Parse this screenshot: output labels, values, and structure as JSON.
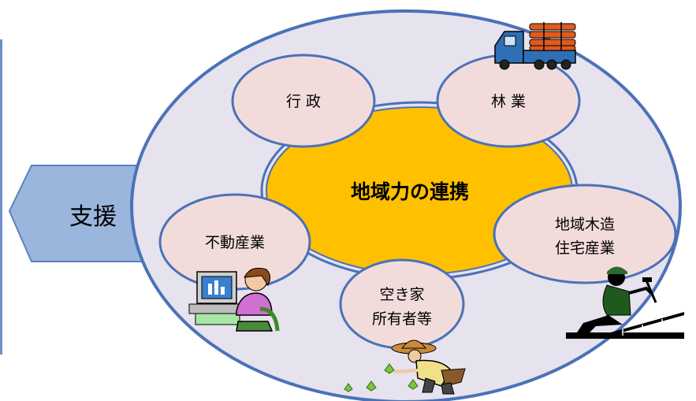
{
  "support_arrow": {
    "label": "支援"
  },
  "center": {
    "label": "地域力の連携"
  },
  "nodes": {
    "gyosei": {
      "label": "行 政"
    },
    "ringyo": {
      "label": "林 業"
    },
    "fudosan": {
      "label": "不動産業"
    },
    "mokuzo": {
      "line1": "地域木造",
      "line2": "住宅産業"
    },
    "akiya": {
      "line1": "空き家",
      "line2": "所有者等"
    }
  },
  "colors": {
    "outer_fill": "#e6e2ee",
    "outer_stroke": "#4a72b8",
    "center_fill": "#ffc000",
    "node_fill": "#f2dcdb",
    "arrow_fill": "#9bb6dd",
    "arrow_stroke": "#5b80bd"
  },
  "icons": [
    "log-truck-icon",
    "computer-worker-icon",
    "carpenter-icon",
    "gardener-icon"
  ]
}
